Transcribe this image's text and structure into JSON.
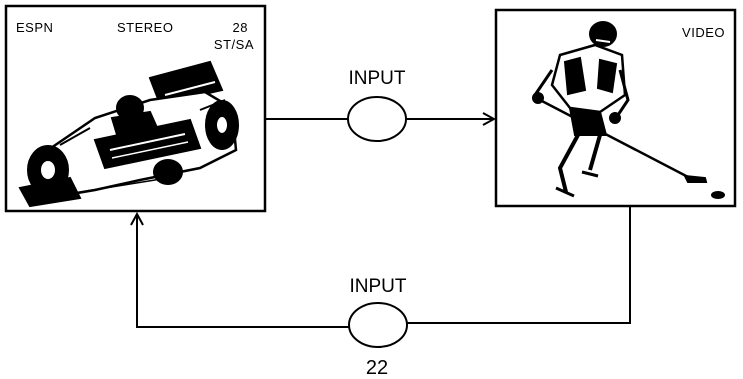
{
  "left_screen": {
    "channel_name": "ESPN",
    "audio_mode": "STEREO",
    "channel_number": "28",
    "audio_tag": "ST/SA",
    "picture": "race-car"
  },
  "right_screen": {
    "source_label": "VIDEO",
    "picture": "hockey-player"
  },
  "top_button": {
    "label": "INPUT"
  },
  "bottom_button": {
    "label": "INPUT"
  },
  "page_number": "22",
  "colors": {
    "ink": "#000000",
    "paper": "#ffffff"
  }
}
